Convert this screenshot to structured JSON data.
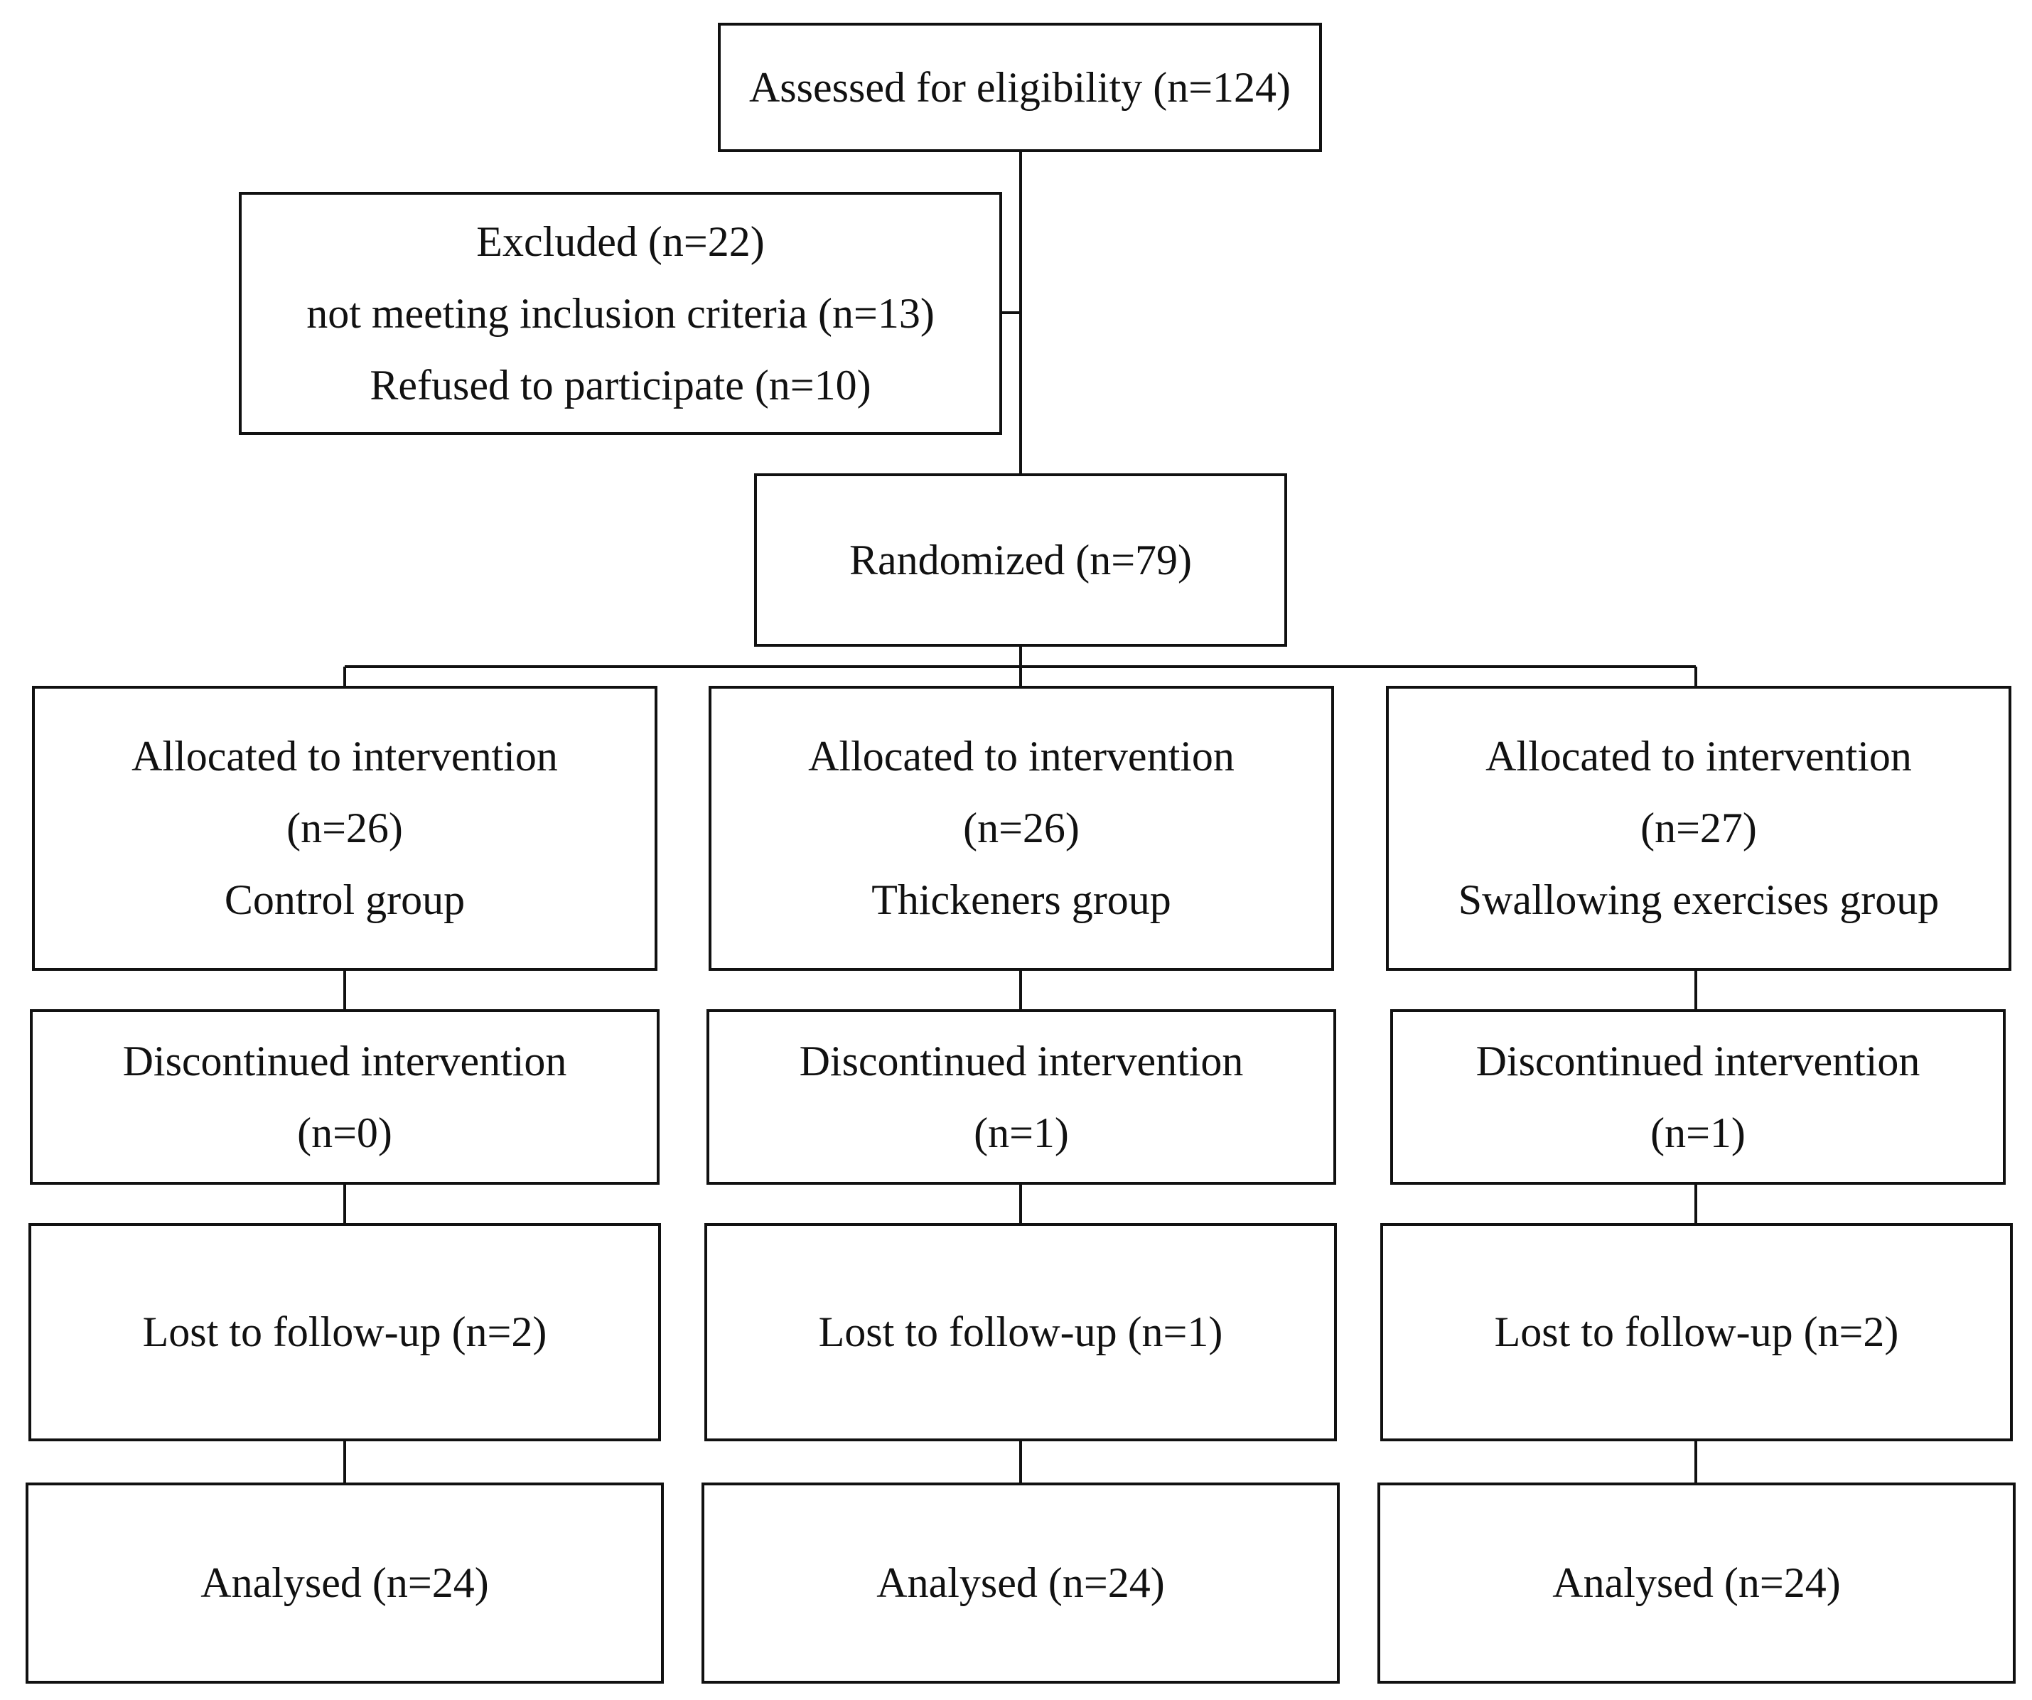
{
  "flowchart": {
    "assessed": "Assessed for eligibility  (n=124)",
    "excluded": {
      "title": "Excluded (n=22)",
      "reason_1": "not meeting inclusion criteria  (n=13)",
      "reason_2": "Refused to participate  (n=10)"
    },
    "randomized": "Randomized (n=79)",
    "arms": [
      {
        "allocated": "Allocated to intervention",
        "allocated_n": "(n=26)",
        "group": "Control group",
        "discontinued": "Discontinued intervention",
        "discontinued_n": "(n=0)",
        "lost": "Lost to follow-up  (n=2)",
        "analysed": "Analysed (n=24)"
      },
      {
        "allocated": "Allocated to intervention",
        "allocated_n": "(n=26)",
        "group": "Thickeners  group",
        "discontinued": "Discontinued intervention",
        "discontinued_n": "(n=1)",
        "lost": "Lost to follow-up  (n=1)",
        "analysed": "Analysed (n=24)"
      },
      {
        "allocated": "Allocated to intervention",
        "allocated_n": "(n=27)",
        "group": "Swallowing  exercises group",
        "discontinued": "Discontinued intervention",
        "discontinued_n": "(n=1)",
        "lost": "Lost to follow-up  (n=2)",
        "analysed": "Analysed (n=24)"
      }
    ]
  }
}
